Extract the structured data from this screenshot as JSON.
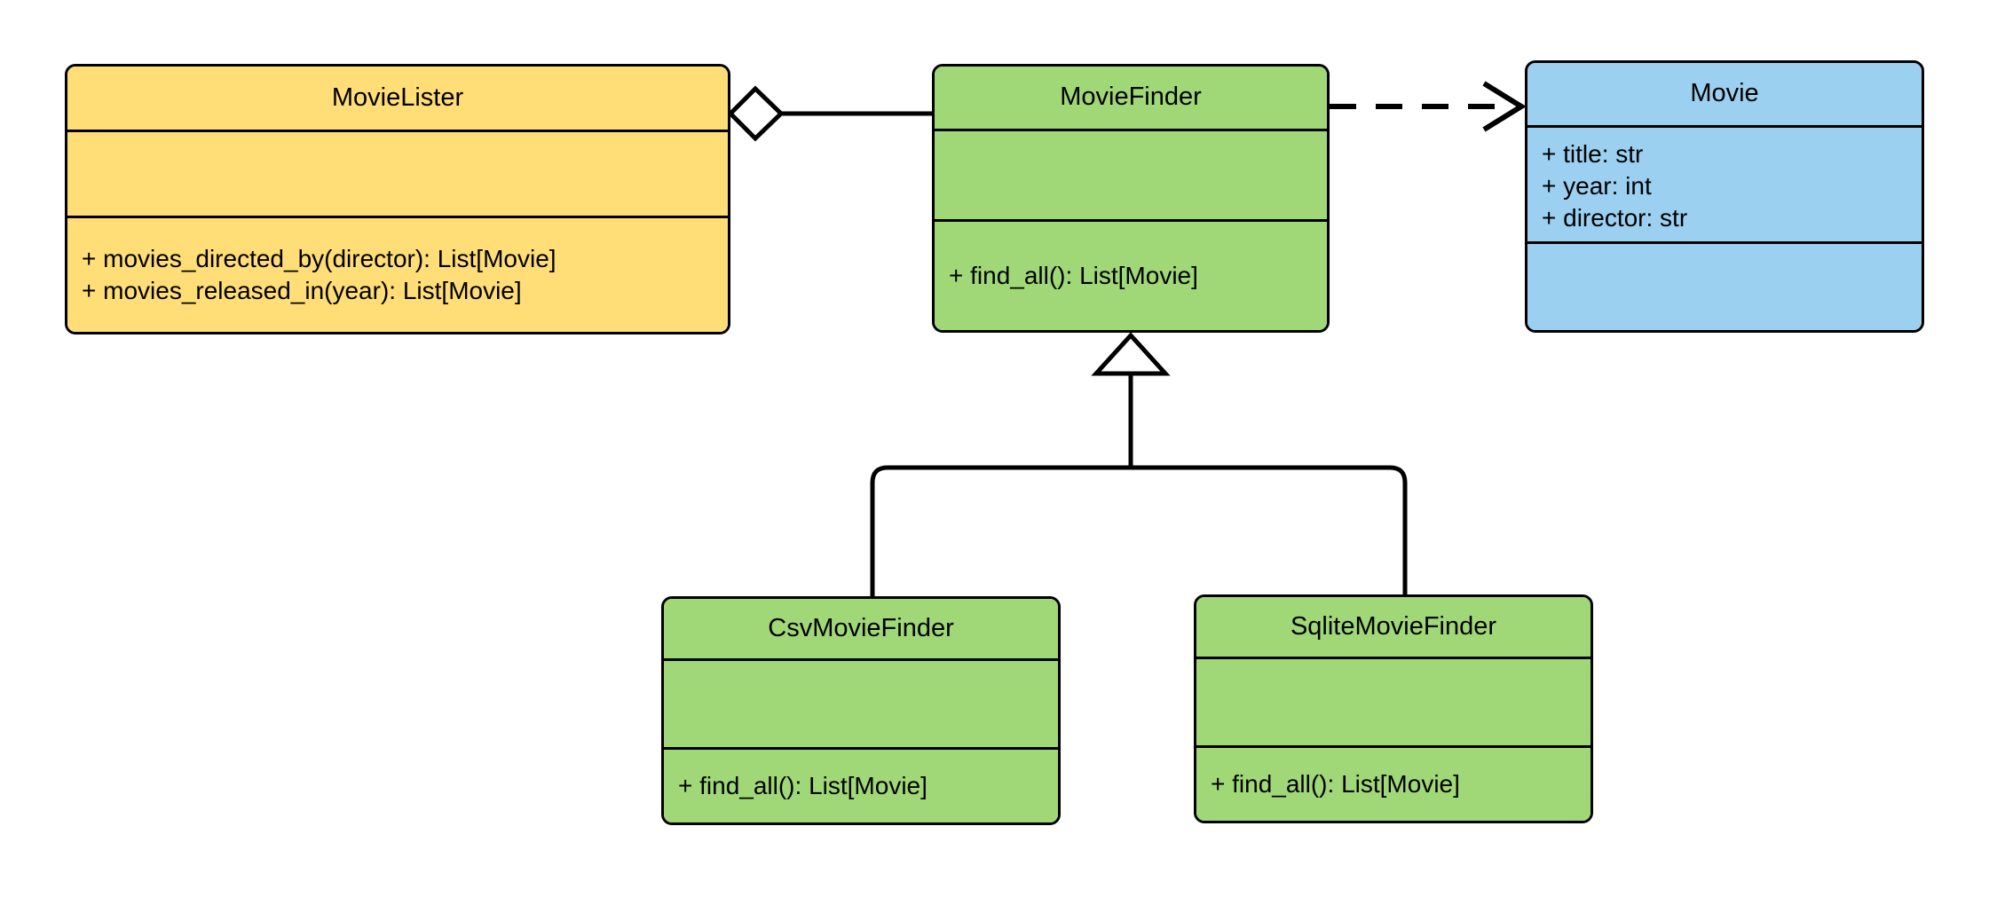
{
  "diagram": {
    "kind": "uml-class-diagram",
    "title": "",
    "background_color": "#ffffff",
    "line_color": "#000000"
  },
  "palette": {
    "yellow": "#FFDD77",
    "green": "#A0D878",
    "blue": "#9BD0F0",
    "stroke": "#000000"
  },
  "classes": [
    {
      "id": "movielister",
      "name": "MovieLister",
      "fill": "#FFDD77",
      "attributes": [],
      "operations": [
        "+ movies_directed_by(director): List[Movie]",
        "+ movies_released_in(year): List[Movie]"
      ]
    },
    {
      "id": "moviefinder",
      "name": "MovieFinder",
      "fill": "#A0D878",
      "attributes": [],
      "operations": [
        "+ find_all(): List[Movie]"
      ]
    },
    {
      "id": "movie",
      "name": "Movie",
      "fill": "#9BD0F0",
      "attributes": [
        "+ title: str",
        "+ year: int",
        "+ director: str"
      ],
      "operations": []
    },
    {
      "id": "csvmoviefinder",
      "name": "CsvMovieFinder",
      "fill": "#A0D878",
      "attributes": [],
      "operations": [
        "+ find_all(): List[Movie]"
      ]
    },
    {
      "id": "sqlitemoviefinder",
      "name": "SqliteMovieFinder",
      "fill": "#A0D878",
      "attributes": [],
      "operations": [
        "+ find_all(): List[Movie]"
      ]
    }
  ],
  "relationships": [
    {
      "id": "rel-aggregation",
      "type": "aggregation",
      "from": "MovieLister",
      "to": "MovieFinder",
      "marker": "hollow-diamond",
      "line_style": "solid",
      "label": ""
    },
    {
      "id": "rel-dependency",
      "type": "dependency",
      "from": "MovieFinder",
      "to": "Movie",
      "marker": "open-arrow",
      "line_style": "dashed",
      "label": ""
    },
    {
      "id": "rel-inherit-csv",
      "type": "generalization",
      "from": "CsvMovieFinder",
      "to": "MovieFinder",
      "marker": "hollow-triangle",
      "line_style": "solid",
      "label": ""
    },
    {
      "id": "rel-inherit-sqlite",
      "type": "generalization",
      "from": "SqliteMovieFinder",
      "to": "MovieFinder",
      "marker": "hollow-triangle",
      "line_style": "solid",
      "label": ""
    }
  ]
}
